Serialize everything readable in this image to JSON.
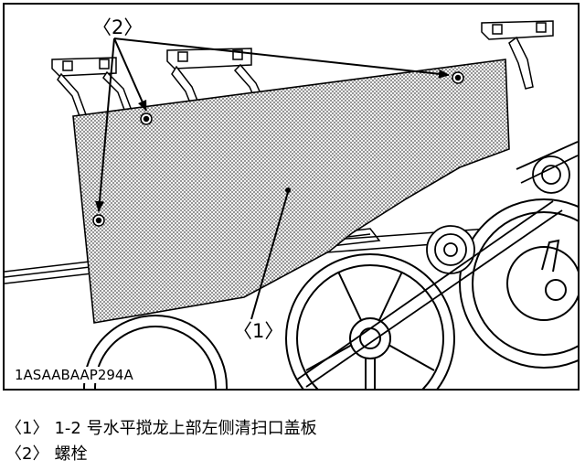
{
  "figure": {
    "code": "1ASAABAAP294A",
    "callouts": {
      "one": "〈1〉",
      "two": "〈2〉"
    }
  },
  "legend": [
    {
      "key": "〈1〉",
      "text": "1-2 号水平搅龙上部左侧清扫口盖板"
    },
    {
      "key": "〈2〉",
      "text": "螺栓"
    }
  ]
}
